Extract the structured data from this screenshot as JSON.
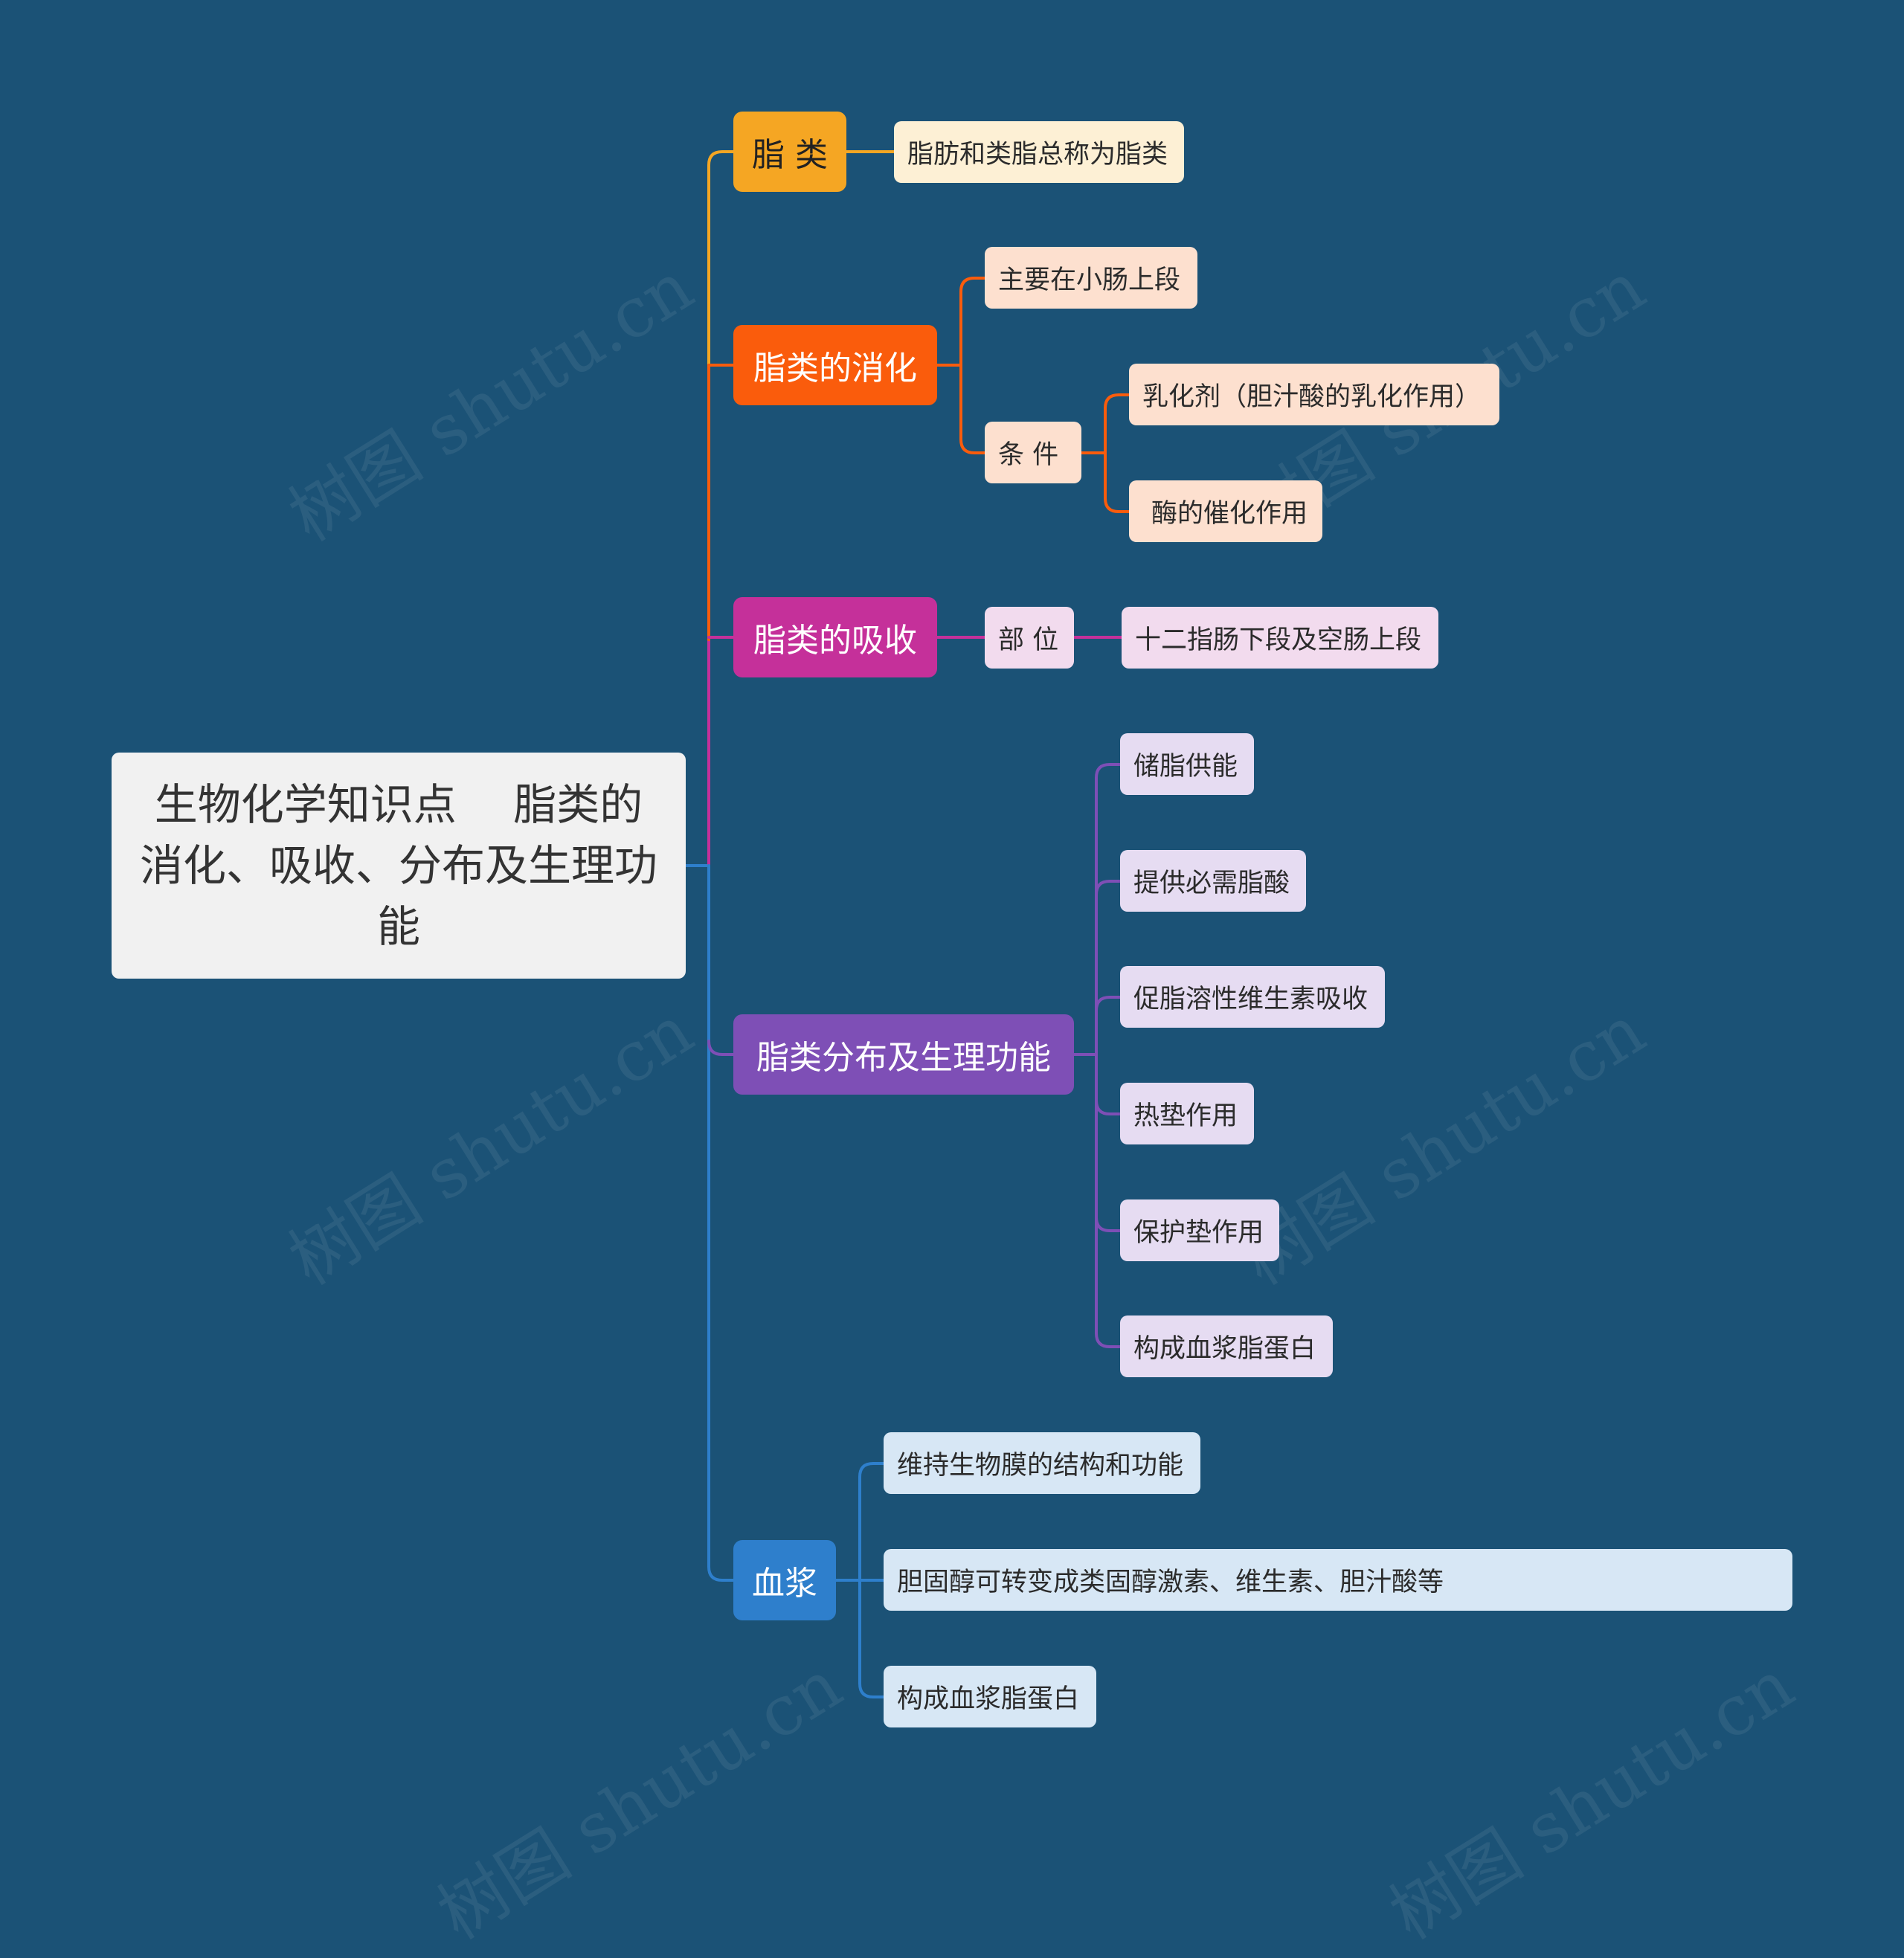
{
  "root": {
    "title": "生物化学知识点　 脂类的消化、吸收、分布及生理功能"
  },
  "colors": {
    "background": "#1b5276",
    "lipid": "#f5a623",
    "digestion": "#fa5c0c",
    "absorption": "#c5309a",
    "distribution": "#7e4fb6",
    "plasma": "#2e7fcc"
  },
  "branches": {
    "lipid": {
      "label": "脂 类",
      "children": [
        "脂肪和类脂总称为脂类"
      ]
    },
    "digestion": {
      "label": "脂类的消化",
      "site": "主要在小肠上段",
      "condition": {
        "label": "条 件",
        "children": [
          "乳化剂（胆汁酸的乳化作用）",
          "酶的催化作用"
        ]
      }
    },
    "absorption": {
      "label": "脂类的吸收",
      "site": {
        "label": "部 位",
        "children": [
          "十二指肠下段及空肠上段"
        ]
      }
    },
    "distribution": {
      "label": "脂类分布及生理功能",
      "children": [
        "储脂供能",
        "提供必需脂酸",
        "促脂溶性维生素吸收",
        "热垫作用",
        "保护垫作用",
        "构成血浆脂蛋白"
      ]
    },
    "plasma": {
      "label": "血浆",
      "children": [
        "维持生物膜的结构和功能",
        "胆固醇可转变成类固醇激素、维生素、胆汁酸等",
        "构成血浆脂蛋白"
      ]
    }
  },
  "watermark": "树图 shutu.cn"
}
